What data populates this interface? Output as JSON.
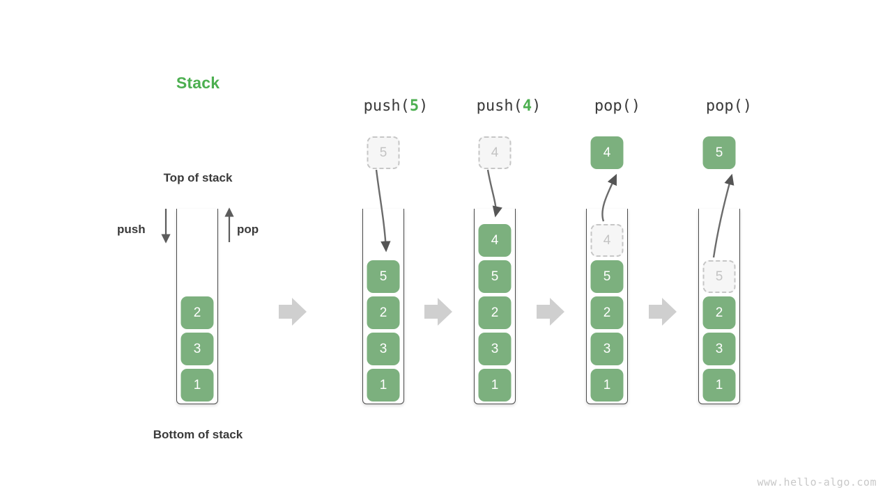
{
  "diagram": {
    "title": "Stack",
    "title_color": "#4CAF50",
    "top_label": "Top of stack",
    "bottom_label": "Bottom of stack",
    "push_label": "push",
    "pop_label": "pop",
    "watermark": "www.hello-algo.com",
    "element_color": "#7CB07E",
    "ghost_color": "#c3c3c3",
    "separator_icon": "right-block-arrow"
  },
  "columns": [
    {
      "id": "initial",
      "header": null,
      "header_prefix": "",
      "header_arg": "",
      "header_suffix": "",
      "cells": [
        "2",
        "3",
        "1"
      ],
      "ghost_index": -1,
      "floating": null
    },
    {
      "id": "push-5",
      "header_prefix": "push(",
      "header_arg": "5",
      "header_suffix": ")",
      "cells": [
        "5",
        "2",
        "3",
        "1"
      ],
      "ghost_index": -1,
      "floating": {
        "value": "5",
        "style": "ghost",
        "direction": "in"
      }
    },
    {
      "id": "push-4",
      "header_prefix": "push(",
      "header_arg": "4",
      "header_suffix": ")",
      "cells": [
        "4",
        "5",
        "2",
        "3",
        "1"
      ],
      "ghost_index": -1,
      "floating": {
        "value": "4",
        "style": "ghost",
        "direction": "in"
      }
    },
    {
      "id": "pop-1",
      "header_prefix": "pop(",
      "header_arg": "",
      "header_suffix": ")",
      "cells": [
        "4",
        "5",
        "2",
        "3",
        "1"
      ],
      "ghost_index": 0,
      "floating": {
        "value": "4",
        "style": "solid",
        "direction": "out"
      }
    },
    {
      "id": "pop-2",
      "header_prefix": "pop(",
      "header_arg": "",
      "header_suffix": ")",
      "cells": [
        "5",
        "2",
        "3",
        "1"
      ],
      "ghost_index": 0,
      "floating": {
        "value": "5",
        "style": "solid",
        "direction": "out"
      }
    }
  ]
}
